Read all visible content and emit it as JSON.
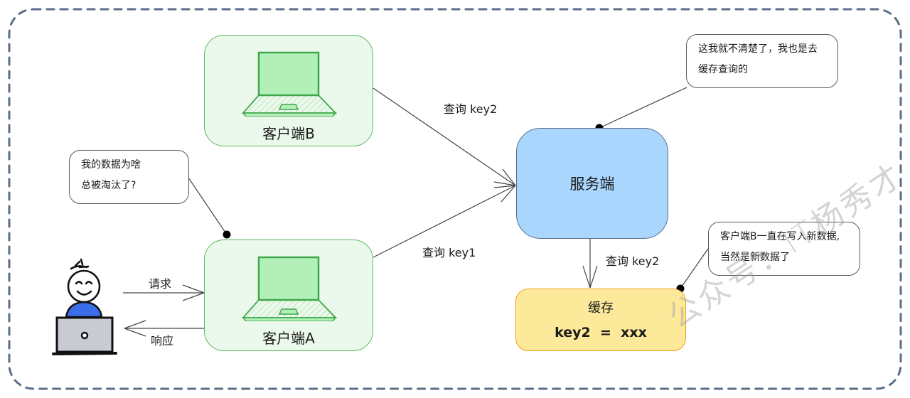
{
  "diagram": {
    "title": "",
    "nodes": {
      "client_b": {
        "label": "客户端B"
      },
      "client_a": {
        "label": "客户端A"
      },
      "server": {
        "label": "服务端"
      },
      "cache": {
        "title": "缓存",
        "content": "key2  =  xxx"
      }
    },
    "edges": {
      "client_b_to_server": {
        "label": "查询 key2"
      },
      "client_a_to_server": {
        "label": "查询 key1"
      },
      "server_to_cache": {
        "label": "查询 key2"
      },
      "user_to_client_a": {
        "label": "请求"
      },
      "client_a_to_user": {
        "label": "响应"
      }
    },
    "bubbles": {
      "client_a_question": {
        "line1": "我的数据为啥",
        "line2": "总被淘汰了?"
      },
      "server_answer": {
        "line1": "这我就不清楚了，我也是去",
        "line2": "缓存查询的"
      },
      "cache_explanation": {
        "line1": "客户端B一直在写入新数据,",
        "line2": "当然是新数据了"
      }
    },
    "watermark": "公众号：IT杨秀才",
    "colors": {
      "client_fill": "#ebf9ec",
      "client_border": "#5cb85c",
      "server_fill": "#a8d6fd",
      "cache_fill": "#fde99a",
      "cache_border": "#f0a020",
      "frame_border": "#5a6e8a"
    }
  }
}
